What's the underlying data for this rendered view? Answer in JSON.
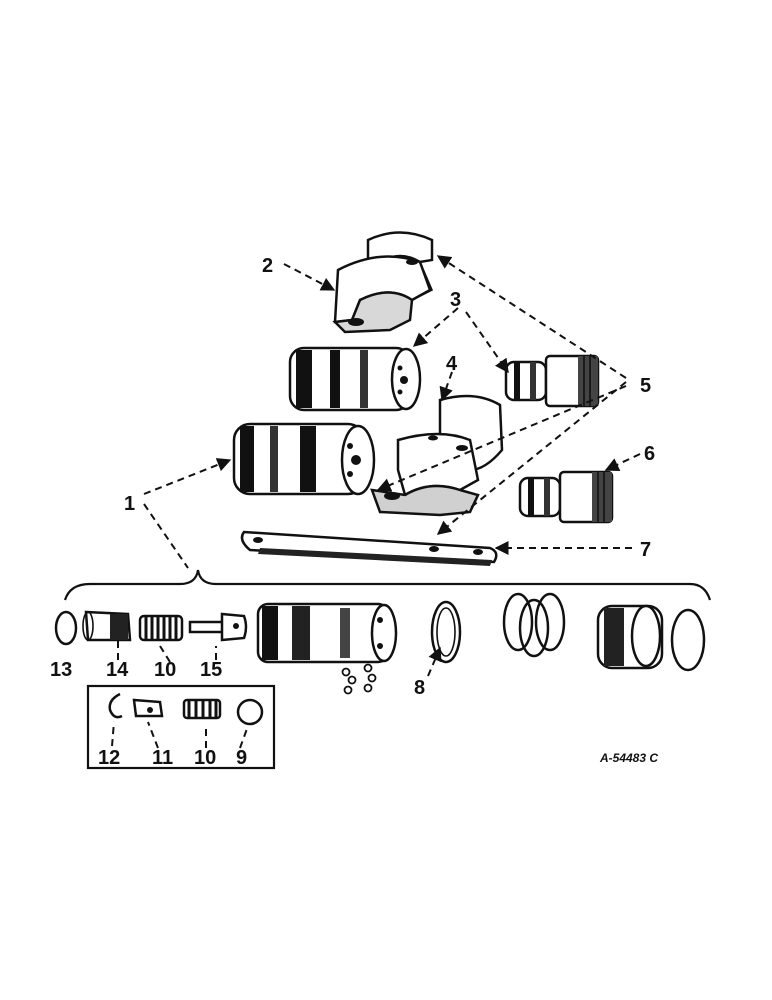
{
  "reference_code": "A-54483 C",
  "callouts": {
    "c1": "1",
    "c2": "2",
    "c3": "3",
    "c4": "4",
    "c5": "5",
    "c6": "6",
    "c7": "7",
    "c8": "8",
    "c9": "9",
    "c10a": "10",
    "c10b": "10",
    "c11": "11",
    "c12": "12",
    "c13": "13",
    "c14": "14",
    "c15": "15"
  }
}
